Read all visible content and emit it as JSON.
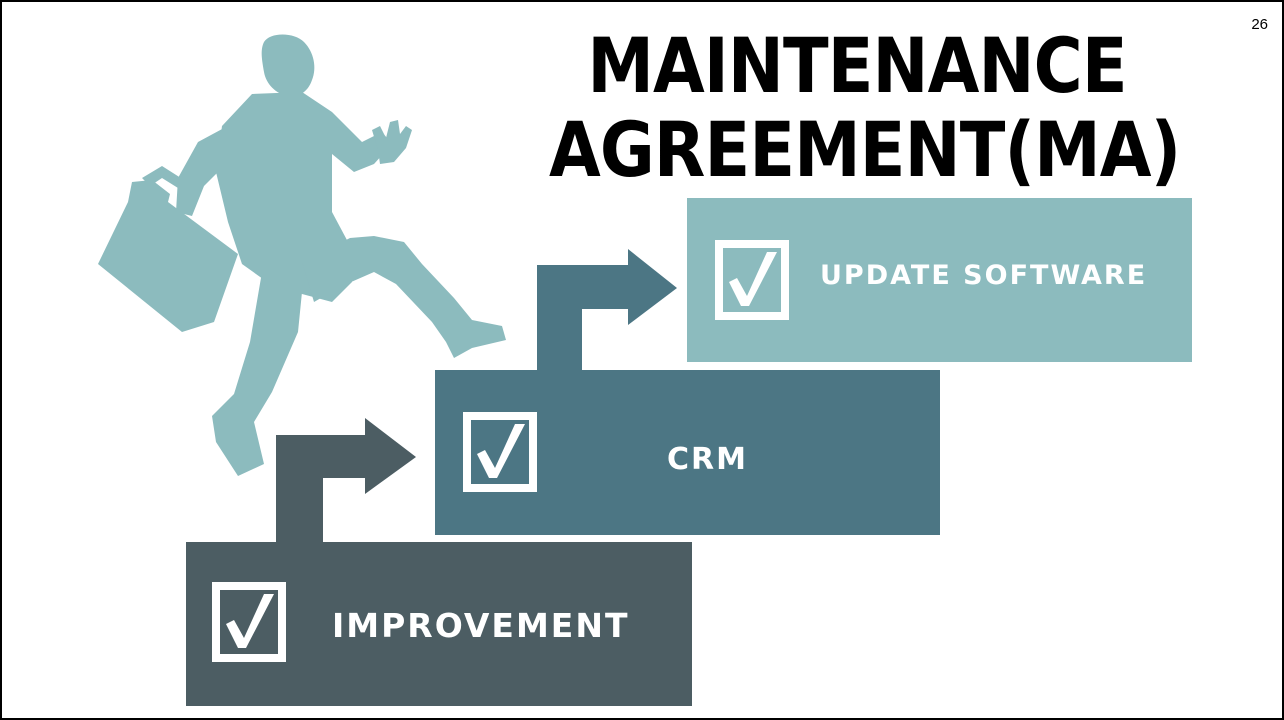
{
  "slide": {
    "page_number": "26",
    "title_line1": "MAINTENANCE",
    "title_line2": "AGREEMENT(MA)"
  },
  "steps": [
    {
      "label": "IMPROVEMENT",
      "color": "#4c5d63"
    },
    {
      "label": "CRM",
      "color": "#4c7684"
    },
    {
      "label": "UPDATE SOFTWARE",
      "color": "#8cbbbe"
    }
  ],
  "icons": {
    "checkbox": "checkbox-checked-icon",
    "arrow": "up-right-arrow-icon",
    "figure": "businessman-climbing-icon"
  },
  "colors": {
    "figure": "#8cbbbe",
    "text": "#000000",
    "box_text": "#ffffff"
  }
}
